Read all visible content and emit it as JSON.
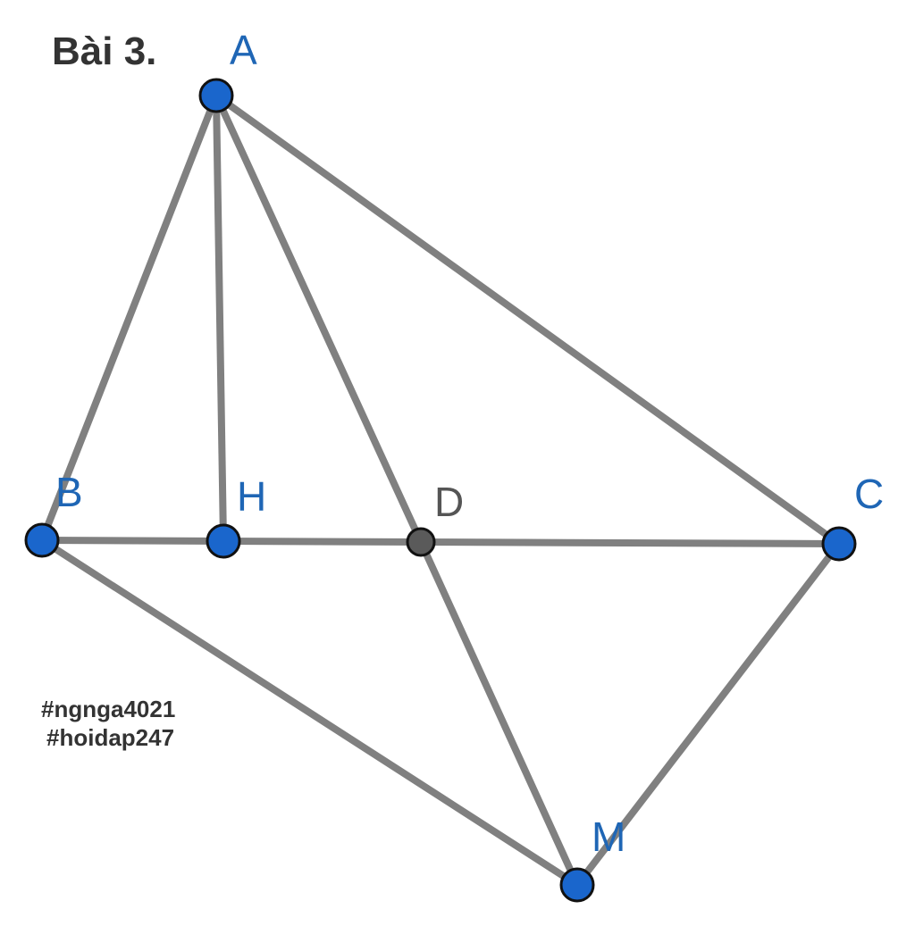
{
  "title": "Bài 3.",
  "watermark": {
    "line1": "#ngnga4021",
    "line2": "#hoidap247"
  },
  "colors": {
    "segment": "#808080",
    "point_fill": "#1a66cc",
    "point_fill_dependent": "#5a5a5a",
    "point_stroke": "#111111",
    "label_point": "#1f66b5",
    "label_dependent": "#555555",
    "text": "#333333"
  },
  "points": [
    {
      "id": "A",
      "label": "A",
      "type": "free"
    },
    {
      "id": "B",
      "label": "B",
      "type": "free"
    },
    {
      "id": "H",
      "label": "H",
      "type": "free"
    },
    {
      "id": "D",
      "label": "D",
      "type": "dependent"
    },
    {
      "id": "C",
      "label": "C",
      "type": "free"
    },
    {
      "id": "M",
      "label": "M",
      "type": "free"
    }
  ],
  "segments": [
    [
      "A",
      "B"
    ],
    [
      "A",
      "H"
    ],
    [
      "A",
      "D"
    ],
    [
      "A",
      "C"
    ],
    [
      "B",
      "H"
    ],
    [
      "H",
      "D"
    ],
    [
      "D",
      "C"
    ],
    [
      "B",
      "M"
    ],
    [
      "D",
      "M"
    ],
    [
      "C",
      "M"
    ]
  ]
}
